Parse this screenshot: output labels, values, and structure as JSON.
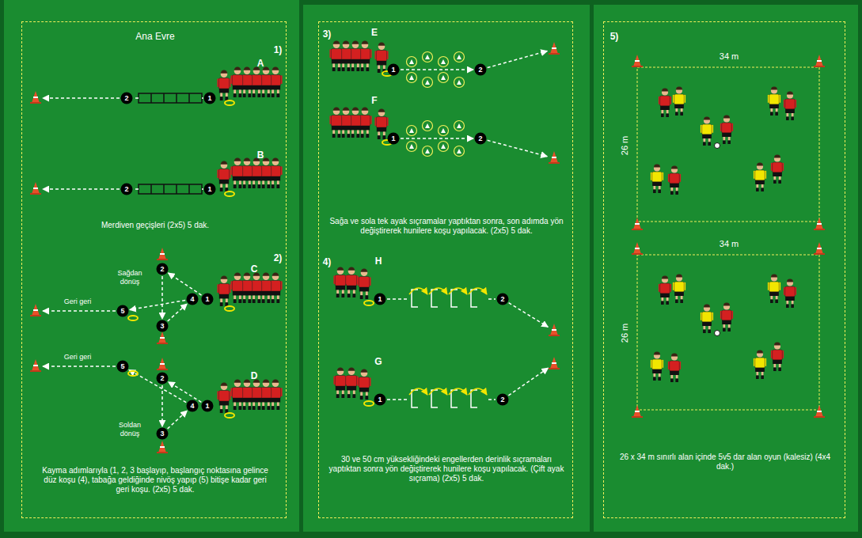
{
  "diagram": {
    "nodes": [
      {
        "text": [
          "Ana Evre",
          "1)",
          "A",
          "B",
          "Merdiven geçişleri (2x5) 5 dak.",
          "2)",
          "C",
          "Sağdan dönüş",
          "Geri geri",
          "D",
          "Geri geri",
          "Soldan dönüş",
          "Kayma adımlarıyla (1, 2, 3 başlayıp, başlangıç noktasına gelince düz koşu (4), tabağa geldiğinde nivöş yapıp (5) bitişe kadar geri geri koşu. (2x5) 5 dak."
        ]
      },
      {
        "text": [
          "3)",
          "E",
          "F",
          "Sağa ve sola tek ayak sıçramalar yaptıktan sonra, son adımda yön değiştirerek hunilere koşu yapılacak. (2x5) 5 dak.",
          "4)",
          "H",
          "G",
          "30 ve 50 cm yüksekliğindeki engellerden derinlik sıçramaları yaptıktan sonra yön değiştirerek hunilere koşu yapılacak. (Çift ayak sıçrama) (2x5) 5 dak."
        ]
      },
      {
        "text": [
          "5)",
          "34 m",
          "26 m",
          "34 m",
          "26 m",
          "26 x 34 m sınırlı alan içinde 5v5 dar alan oyun (kalesiz) (4x4 dak.)"
        ]
      }
    ],
    "labels": [
      "1",
      "2",
      "1",
      "2",
      "1",
      "2",
      "3",
      "4",
      "5",
      "1",
      "2",
      "3",
      "4",
      "5",
      "1",
      "2",
      "1",
      "2",
      "1",
      "2",
      "1",
      "2"
    ]
  }
}
